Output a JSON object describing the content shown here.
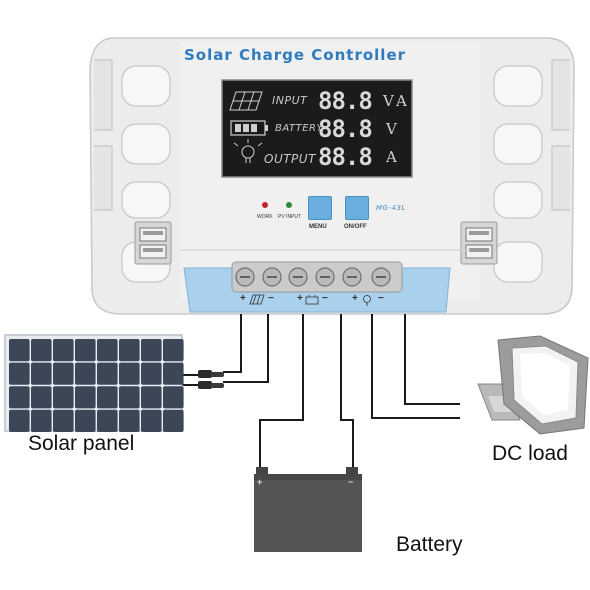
{
  "device": {
    "title": "Solar Charge Controller",
    "model": "MG-43L",
    "lcd": {
      "input_label": "INPUT",
      "battery_label": "BATTERY",
      "output_label": "OUTPUT",
      "digits": "88.8",
      "units": [
        "V",
        "A",
        "V",
        "A"
      ]
    },
    "indicators": {
      "work": "WORK",
      "pv_input": "PV INPUT"
    },
    "buttons": {
      "menu": "MENU",
      "onoff": "ON/OFF"
    },
    "terminal_polarity": [
      "+",
      "−",
      "+",
      "−",
      "+",
      "−"
    ]
  },
  "labels": {
    "solar_panel": "Solar panel",
    "dc_load": "DC load",
    "battery": "Battery"
  },
  "battery_terminals": [
    "+",
    "−"
  ],
  "colors": {
    "brand_blue": "#2e7bbd",
    "terminal_strip": "#a9d0ec",
    "button_blue": "#6aaee0",
    "lcd_bg": "#1b1b1b",
    "battery_body": "#555555",
    "solar_cell": "#3b4757"
  },
  "icons": [
    "solar-panel-icon",
    "battery-icon",
    "bulb-icon",
    "usb-port-icon",
    "floodlight-icon"
  ]
}
